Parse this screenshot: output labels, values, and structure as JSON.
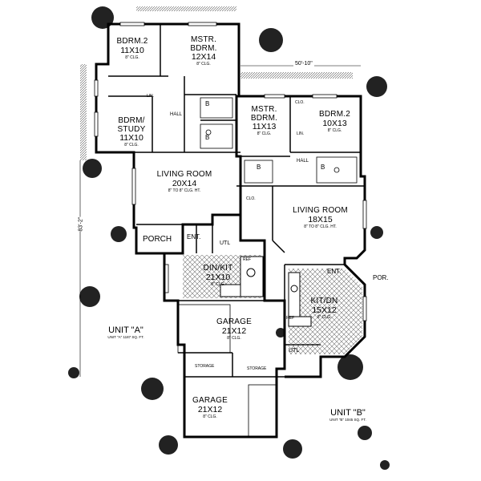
{
  "overall_width": "50'-10\"",
  "overall_depth": "83'-2\"",
  "units": [
    {
      "key": "a",
      "name": "UNIT \"A\"",
      "area": "UNIT \"A\" 1187 SQ. FT."
    },
    {
      "key": "b",
      "name": "UNIT \"B\"",
      "area": "UNIT \"B\" 1045 SQ. FT."
    }
  ],
  "rooms": {
    "a_bdrm2": {
      "name": "BDRM.2",
      "dims": "11X10",
      "ceiling": "8\" CLG."
    },
    "a_mstr": {
      "name": "MSTR. BDRM.",
      "dims": "12X14",
      "ceiling": "8\" CLG."
    },
    "a_study": {
      "name": "BDRM/ STUDY",
      "dims": "11X10",
      "ceiling": "8\" CLG."
    },
    "a_living": {
      "name": "LIVING ROOM",
      "dims": "20X14",
      "ceiling": "8\" TO 8\" CLG. HT."
    },
    "a_dinkit": {
      "name": "DIN/KIT",
      "dims": "21X10",
      "ceiling": "8\" CLG."
    },
    "a_garage": {
      "name": "GARAGE",
      "dims": "21X12",
      "ceiling": "8\" CLG."
    },
    "b_mstr": {
      "name": "MSTR. BDRM.",
      "dims": "11X13",
      "ceiling": "8\" CLG."
    },
    "b_bdrm2": {
      "name": "BDRM.2",
      "dims": "10X13",
      "ceiling": "8\" CLG."
    },
    "b_living": {
      "name": "LIVING ROOM",
      "dims": "18X15",
      "ceiling": "8\" TO 8\" CLG. HT."
    },
    "b_kitdin": {
      "name": "KIT/DN",
      "dims": "15X12",
      "ceiling": "8\" CLG."
    },
    "b_garage": {
      "name": "GARAGE",
      "dims": "21X12",
      "ceiling": "8\" CLG."
    }
  },
  "labels": {
    "hall_a": "HALL",
    "hall_b": "HALL",
    "porch": "PORCH",
    "ent_a": "ENT.",
    "ent_b": "ENT.",
    "por_b": "POR.",
    "utl_a": "UTL",
    "utl_b": "UTL",
    "storage_1": "STORAGE",
    "storage_2": "STORAGE",
    "bath_a1": "B",
    "bath_a2": "B",
    "bath_b1": "B",
    "bath_b2": "B",
    "clo_1": "CLO.",
    "clo_2": "CLO.",
    "lin_a": "LIN.",
    "lin_b": "LIN.",
    "ref_a": "REF",
    "ref_b": "REF"
  }
}
